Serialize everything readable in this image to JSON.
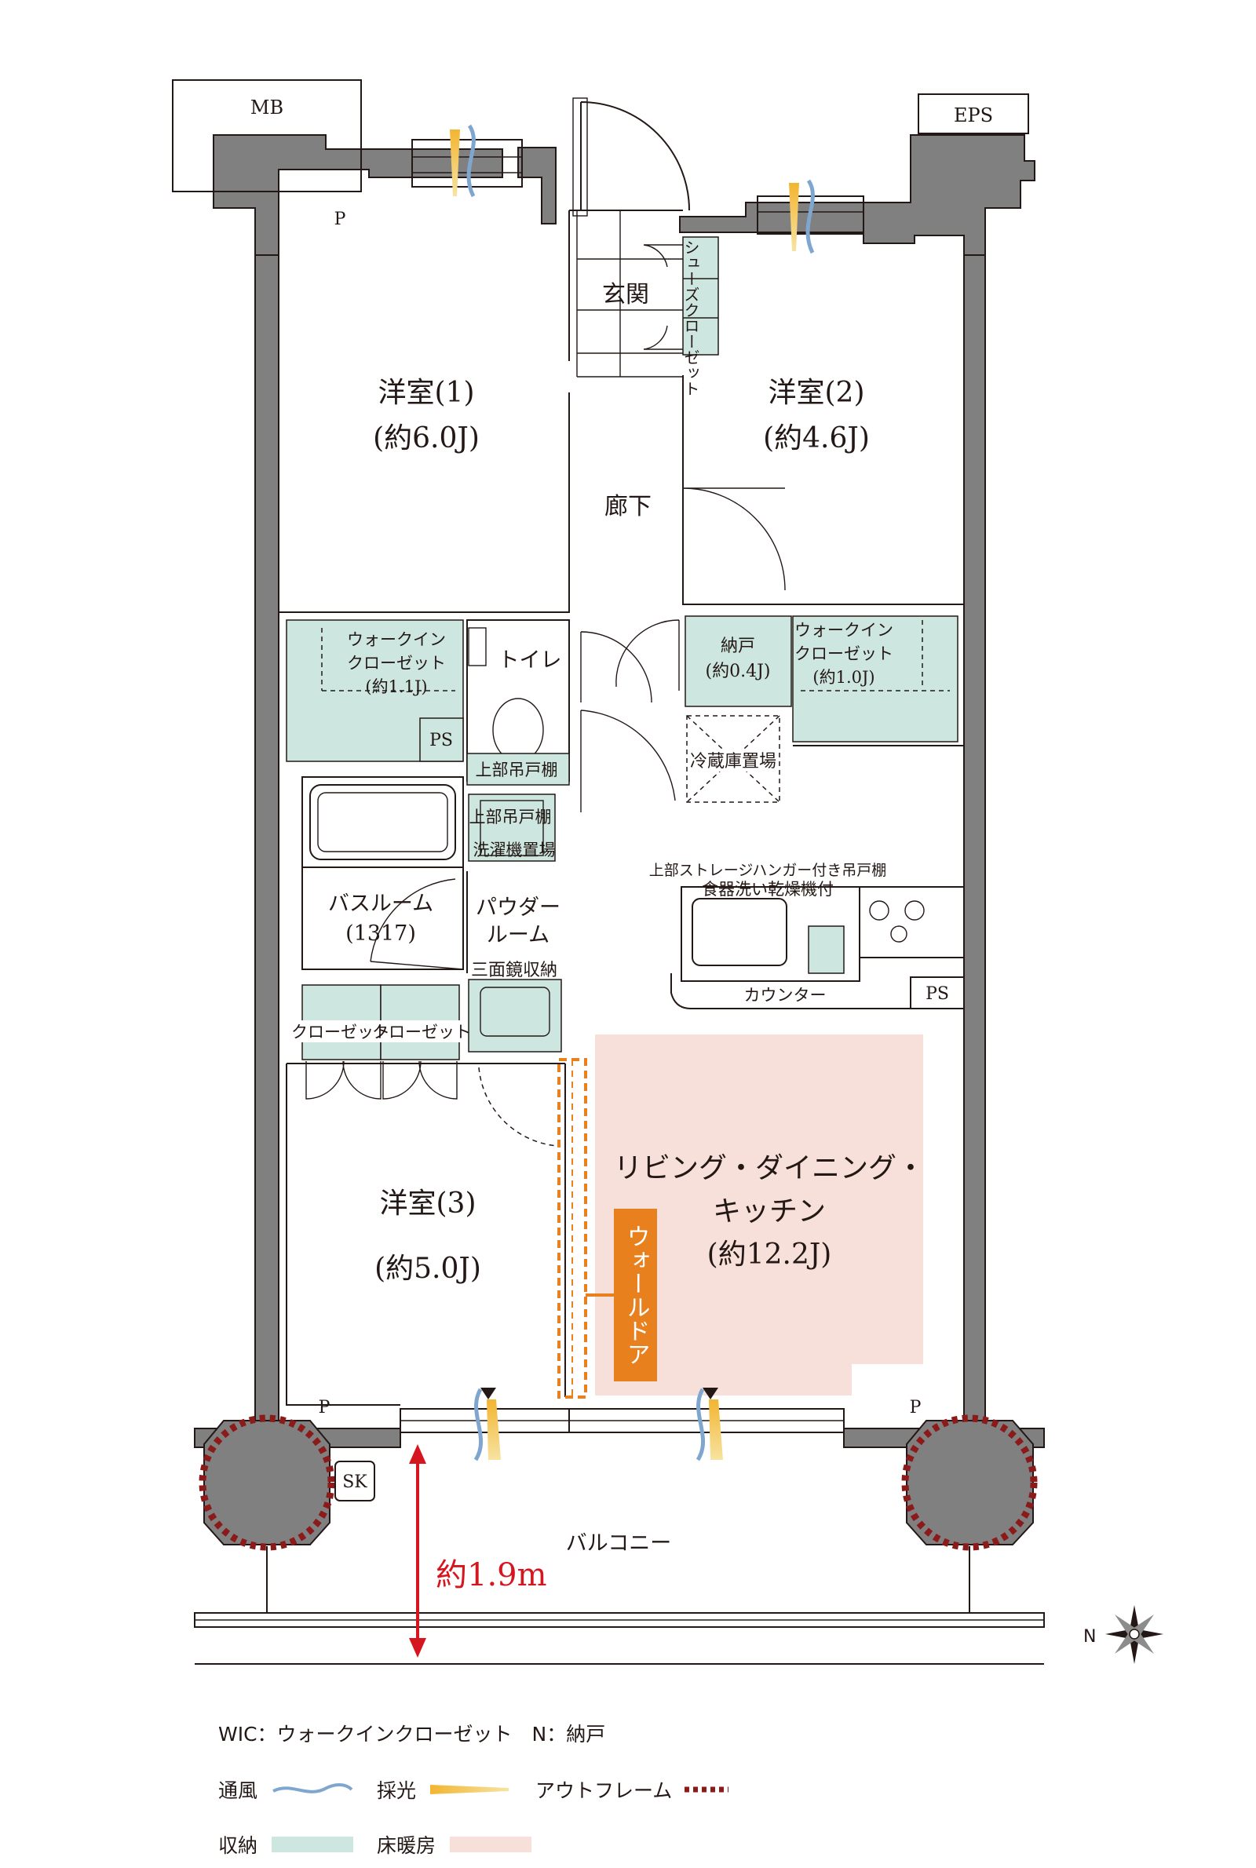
{
  "rooms": {
    "western1_name": "洋室(1)",
    "western1_size": "(約6.0J)",
    "western2_name": "洋室(2)",
    "western2_size": "(約4.6J)",
    "western3_name": "洋室(3)",
    "western3_size": "(約5.0J)",
    "ldk_line1": "リビング・ダイニング・",
    "ldk_line2": "キッチン",
    "ldk_size": "(約12.2J)",
    "entrance": "玄関",
    "hallway": "廊下",
    "shoe_closet": "シューズクローゼット",
    "toilet": "トイレ",
    "wic1_line1": "ウォークイン",
    "wic1_line2": "クローゼット",
    "wic1_size": "(約1.1J)",
    "storage_name": "納戸",
    "storage_size": "(約0.4J)",
    "wic2_line1": "ウォークイン",
    "wic2_line2": "クローゼット",
    "wic2_size": "(約1.0J)",
    "ps_left": "PS",
    "upper_cabinet_toilet": "上部吊戸棚",
    "fridge_space": "冷蔵庫置場",
    "upper_cabinet_laundry": "上部吊戸棚",
    "washer_space": "洗濯機置場",
    "kitchen_note1": "上部ストレージハンガー付き吊戸棚",
    "kitchen_note2": "食器洗い乾燥機付",
    "bathroom_name": "バスルーム",
    "bathroom_size": "(1317)",
    "powder_line1": "パウダー",
    "powder_line2": "ルーム",
    "mirror_storage": "三面鏡収納",
    "counter": "カウンター",
    "ps_right": "PS",
    "closet_a": "クローゼット",
    "closet_b": "クローゼット",
    "wall_door": "ウォールドア",
    "balcony": "バルコニー",
    "balcony_depth": "約1.9m",
    "mb": "MB",
    "eps": "EPS",
    "sk": "SK",
    "p_top_left": "P",
    "p_bottom_left": "P",
    "p_bottom_right": "P",
    "north": "N"
  },
  "legend": {
    "line1": "WIC：ウォークインクローゼット　N：納戸",
    "ventilation": "通風",
    "lighting": "採光",
    "outframe": "アウトフレーム",
    "storage": "収納",
    "floor_heating": "床暖房"
  },
  "colors": {
    "storage": "#cde6df",
    "floor_heating": "#f8e0da",
    "wall_door": "#e8801e",
    "outframe": "#8b1a1a",
    "dimension": "#d6161f",
    "ventilation": "#7fa6cf",
    "lighting": "#f2b531"
  }
}
